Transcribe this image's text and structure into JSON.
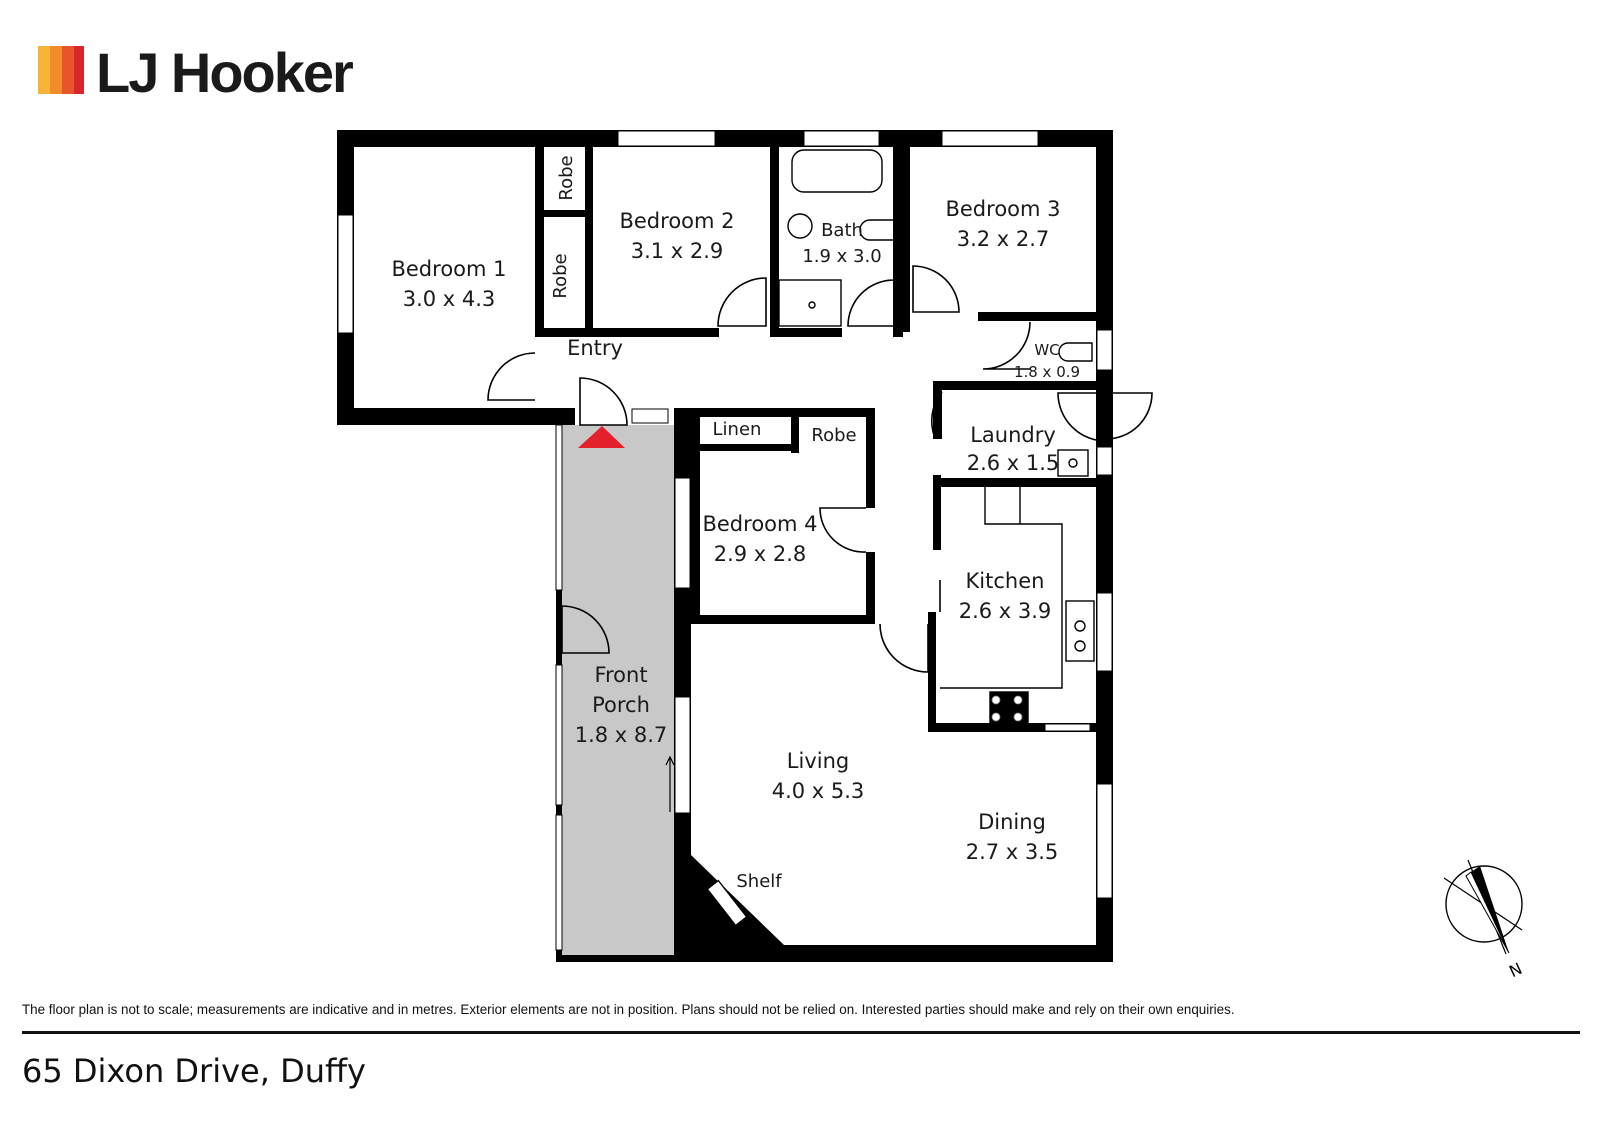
{
  "brand": {
    "name": "LJ Hooker",
    "colors": [
      "#f7b335",
      "#f28c28",
      "#e8542b",
      "#d8262c"
    ]
  },
  "rooms": {
    "bedroom1": {
      "name": "Bedroom 1",
      "dims": "3.0 x 4.3"
    },
    "bedroom2": {
      "name": "Bedroom 2",
      "dims": "3.1 x 2.9"
    },
    "bedroom3": {
      "name": "Bedroom 3",
      "dims": "3.2 x 2.7"
    },
    "bedroom4": {
      "name": "Bedroom 4",
      "dims": "2.9 x 2.8"
    },
    "bath": {
      "name": "Bath",
      "dims": "1.9 x 3.0"
    },
    "wc": {
      "name": "WC",
      "dims": "1.8 x 0.9"
    },
    "laundry": {
      "name": "Laundry",
      "dims": "2.6 x 1.5"
    },
    "kitchen": {
      "name": "Kitchen",
      "dims": "2.6 x 3.9"
    },
    "living": {
      "name": "Living",
      "dims": "4.0 x 5.3"
    },
    "dining": {
      "name": "Dining",
      "dims": "2.7 x 3.5"
    },
    "porch": {
      "name1": "Front",
      "name2": "Porch",
      "dims": "1.8 x 8.7"
    },
    "entry": {
      "name": "Entry"
    },
    "robe1": {
      "name": "Robe"
    },
    "robe2": {
      "name": "Robe"
    },
    "robe3": {
      "name": "Robe"
    },
    "linen": {
      "name": "Linen"
    },
    "shelf": {
      "name": "Shelf"
    }
  },
  "compass": {
    "label": "N"
  },
  "footer": {
    "disclaimer": "The floor plan is not to scale; measurements are indicative and in metres. Exterior elements are not in position. Plans should not be relied on. Interested parties should make and rely on their own enquiries.",
    "address": "65 Dixon Drive, Duffy"
  }
}
